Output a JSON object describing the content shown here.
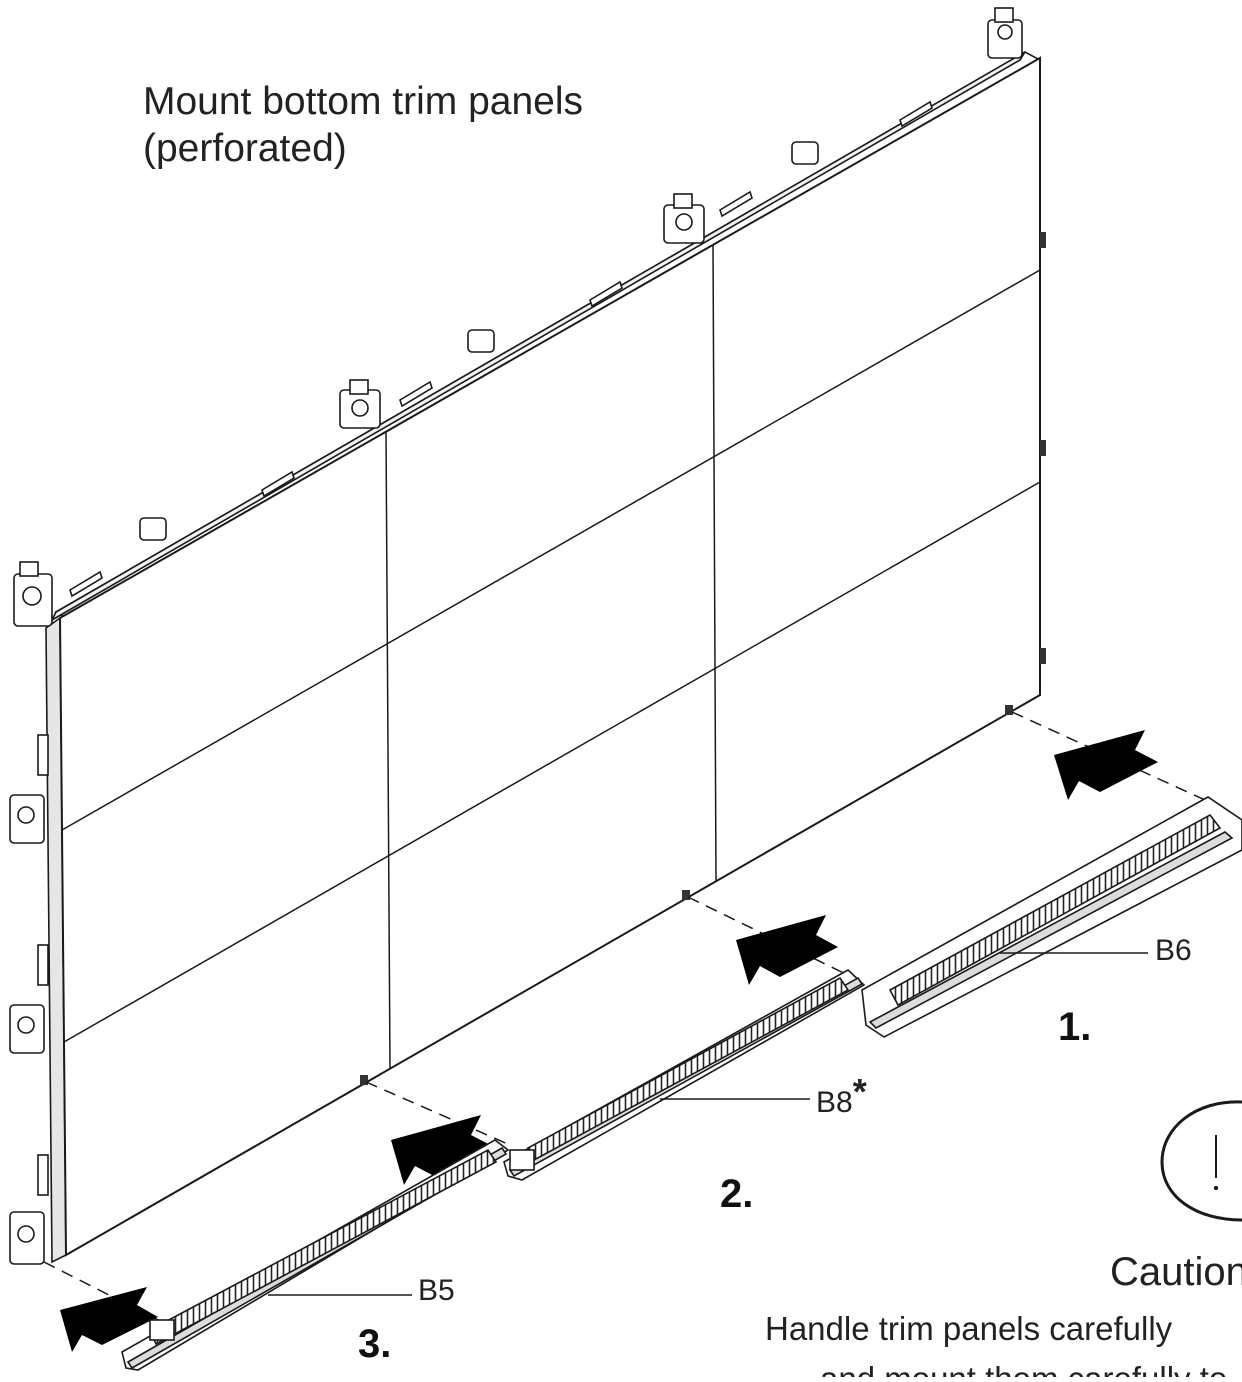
{
  "title": {
    "line1": "Mount bottom trim panels",
    "line2": "(perforated)"
  },
  "parts": {
    "b6": "B6",
    "b8": "B8",
    "b8_mark": "*",
    "b5": "B5"
  },
  "steps": {
    "one": "1.",
    "two": "2.",
    "three": "3."
  },
  "caution": {
    "icon": "exclamation-icon",
    "title": "Caution",
    "text": "Handle trim panels carefully",
    "text2": "and mount them carefully to"
  }
}
